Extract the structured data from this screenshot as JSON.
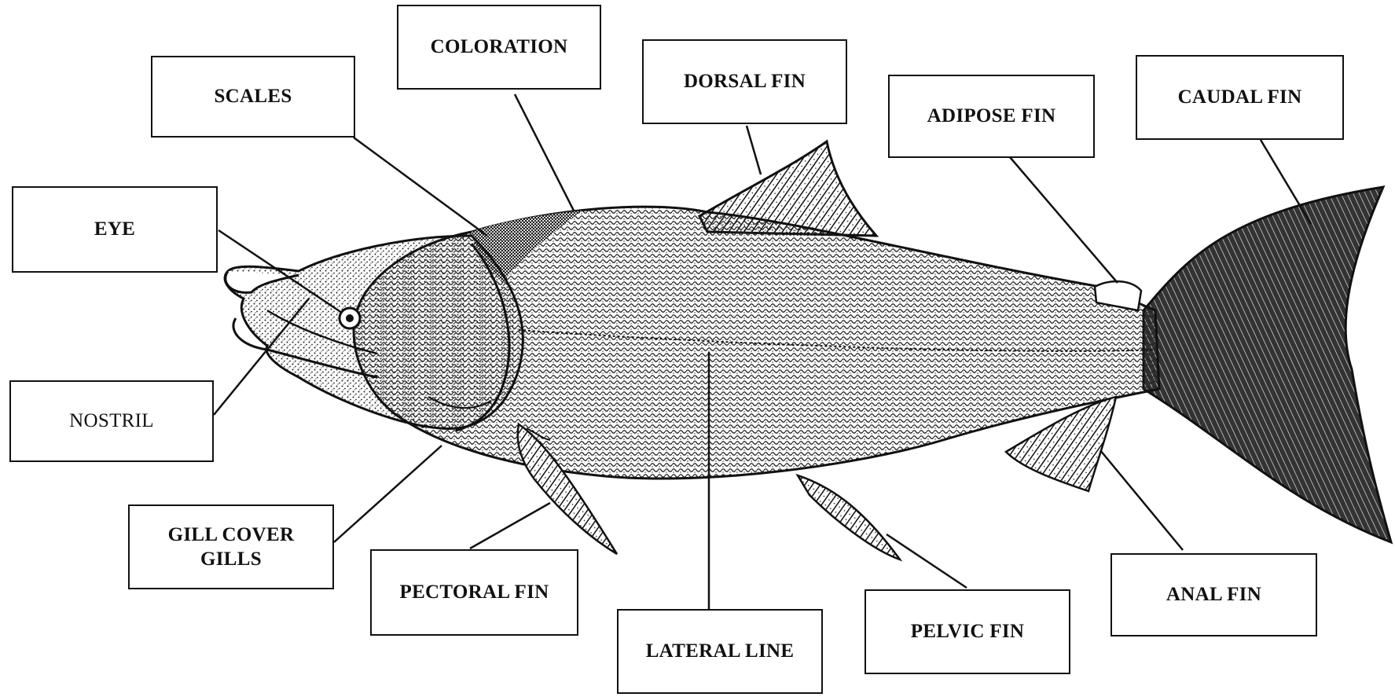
{
  "diagram": {
    "labels": {
      "coloration": "COLORATION",
      "scales": "SCALES",
      "dorsal_fin": "DORSAL FIN",
      "adipose_fin": "ADIPOSE FIN",
      "caudal_fin": "CAUDAL FIN",
      "eye": "EYE",
      "nostril": "NOSTRIL",
      "gill_cover": "GILL COVER",
      "gills": "GILLS",
      "pectoral_fin": "PECTORAL FIN",
      "lateral_line": "LATERAL LINE",
      "pelvic_fin": "PELVIC FIN",
      "anal_fin": "ANAL FIN"
    },
    "colors": {
      "ink": "#111111",
      "paper": "#ffffff",
      "scale_stipple": "#222222"
    },
    "subject": "salmon-illustration"
  }
}
